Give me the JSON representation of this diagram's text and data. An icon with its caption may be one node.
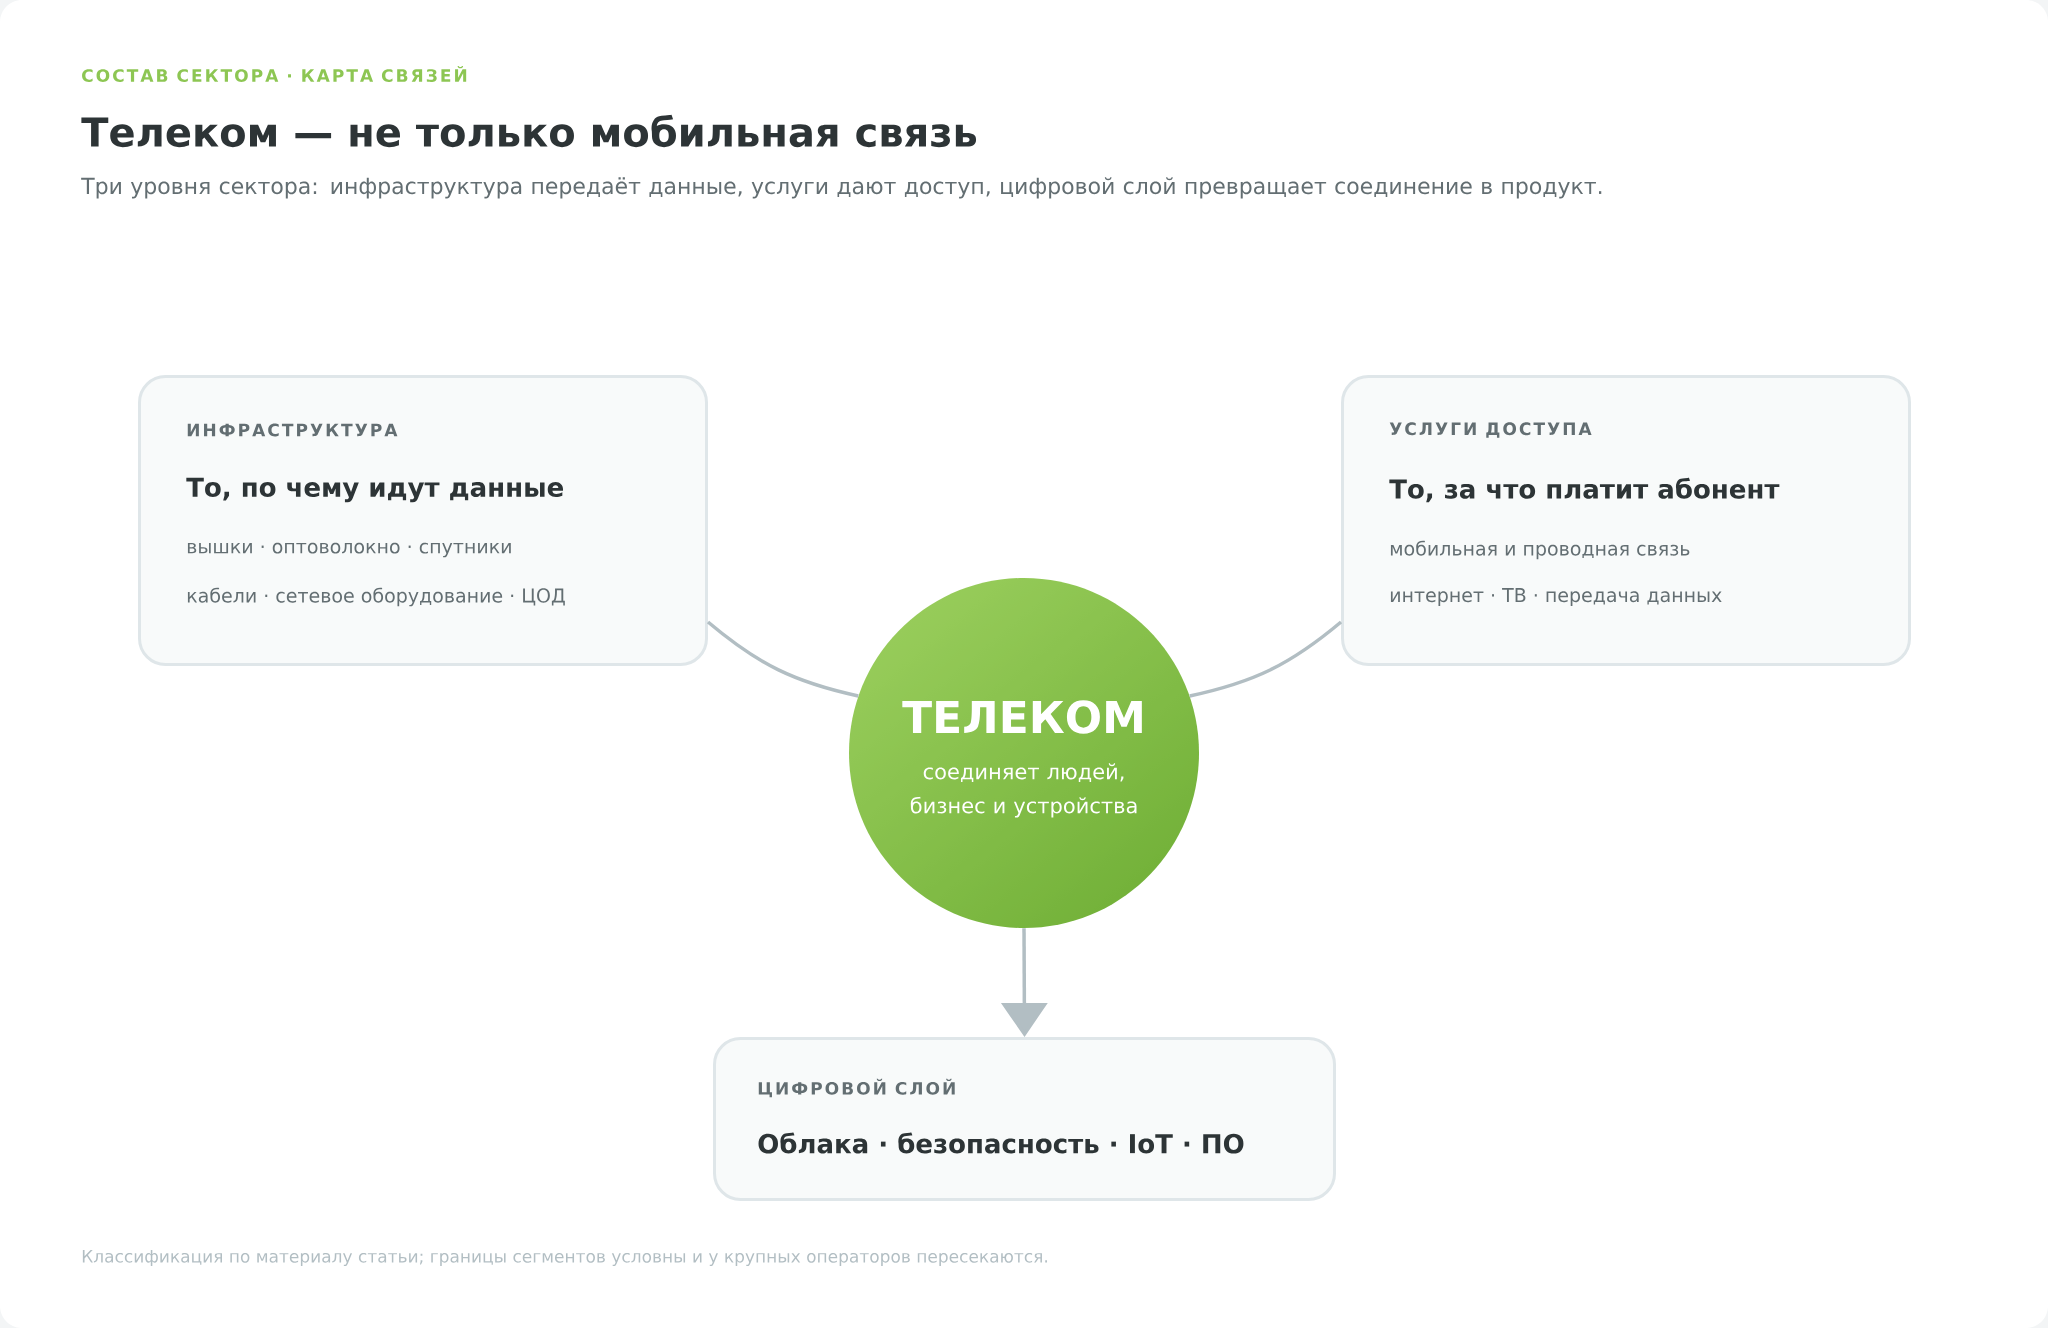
{
  "diagram": {
    "title": "Телеком — не только мобильная связь",
    "labels": [
      "СОСТАВ СЕКТОРА · КАРТА СВЯЗЕЙ",
      "Три уровня сектора: инфраструктура передаёт данные, услуги дают доступ, цифровой слой превращает соединение в продукт.",
      "Классификация по материалу статьи; границы сегментов условны и у крупных операторов пересекаются."
    ],
    "nodes": [
      {
        "text": [
          "ИНФРАСТРУКТУРА",
          "То, по чему идут данные",
          "вышки · оптоволокно · спутники",
          "кабели · сетевое оборудование · ЦОД"
        ]
      },
      {
        "text": [
          "УСЛУГИ ДОСТУПА",
          "То, за что платит абонент",
          "мобильная и проводная связь",
          "интернет · ТВ · передача данных"
        ]
      },
      {
        "text": [
          "ТЕЛЕКОМ",
          "соединяет людей, бизнес и устройства"
        ]
      },
      {
        "text": [
          "ЦИФРОВОЙ СЛОЙ",
          "Облака · безопасность · IoT · ПО"
        ]
      }
    ],
    "edges": [
      {
        "from": 0,
        "to": 2,
        "arrow": "none"
      },
      {
        "from": 1,
        "to": 2,
        "arrow": "none"
      },
      {
        "from": 2,
        "to": 3,
        "arrow": "to"
      }
    ]
  }
}
